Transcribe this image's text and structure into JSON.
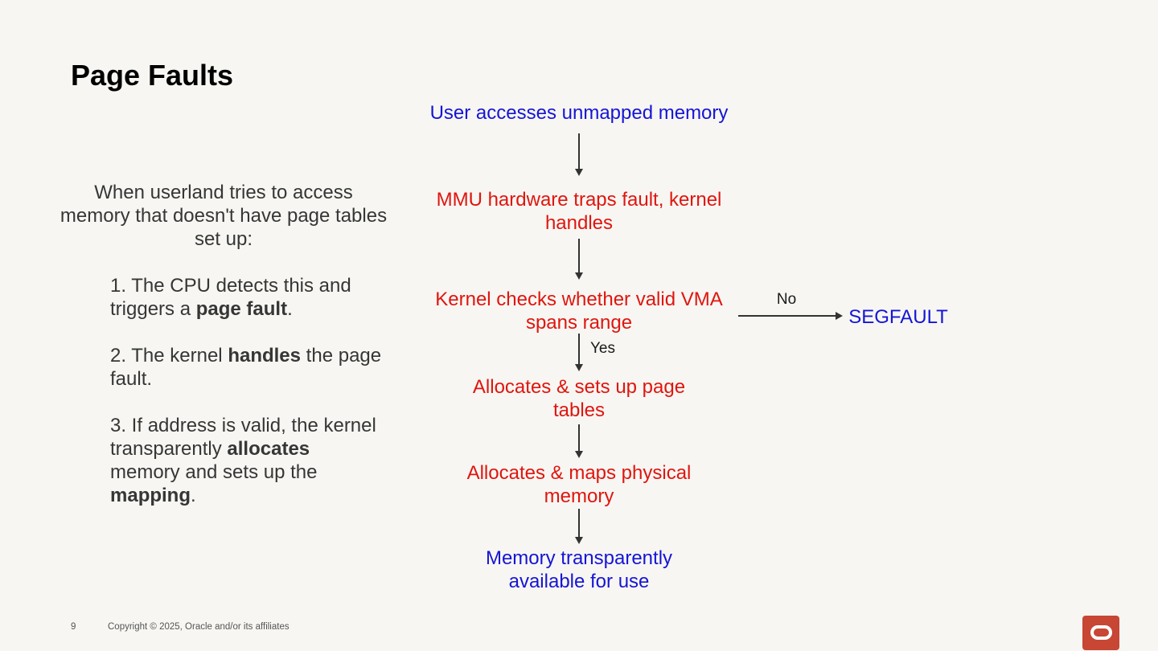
{
  "colors": {
    "background": "#f7f6f2",
    "title_text": "#000000",
    "body_text": "#363636",
    "node_blue": "#1515d6",
    "node_red": "#e0150f",
    "arrow": "#333333",
    "label_text": "#1a1a1a",
    "footer_text": "#555555",
    "logo_red": "#c74634",
    "logo_ring": "#ffffff"
  },
  "header": {
    "title": "Page Faults"
  },
  "left_panel": {
    "intro_lines": [
      "When userland tries to access",
      "memory that doesn't have page tables",
      "set up:"
    ],
    "items": [
      {
        "lines": [
          [
            {
              "t": "1. The CPU detects this and",
              "b": false
            }
          ],
          [
            {
              "t": "triggers a ",
              "b": false
            },
            {
              "t": "page fault",
              "b": true
            },
            {
              "t": ".",
              "b": false
            }
          ]
        ]
      },
      {
        "lines": [
          [
            {
              "t": "2. The kernel ",
              "b": false
            },
            {
              "t": "handles",
              "b": true
            },
            {
              "t": " the page",
              "b": false
            }
          ],
          [
            {
              "t": "fault.",
              "b": false
            }
          ]
        ]
      },
      {
        "lines": [
          [
            {
              "t": "3. If address is valid, the kernel",
              "b": false
            }
          ],
          [
            {
              "t": "transparently ",
              "b": false
            },
            {
              "t": "allocates",
              "b": true
            }
          ],
          [
            {
              "t": "memory and sets up the",
              "b": false
            }
          ],
          [
            {
              "t": "mapping",
              "b": true
            },
            {
              "t": ".",
              "b": false
            }
          ]
        ]
      }
    ]
  },
  "flowchart": {
    "nodes": [
      {
        "lines": [
          "User accesses unmapped memory"
        ],
        "color": "blue"
      },
      {
        "lines": [
          "MMU hardware traps fault, kernel",
          "handles"
        ],
        "color": "red"
      },
      {
        "lines": [
          "Kernel checks whether valid VMA",
          "spans range"
        ],
        "color": "red"
      },
      {
        "lines": [
          "Allocates & sets up page",
          "tables"
        ],
        "color": "red"
      },
      {
        "lines": [
          "Allocates & maps physical",
          "memory"
        ],
        "color": "red"
      },
      {
        "lines": [
          "Memory transparently",
          "available for use"
        ],
        "color": "blue"
      }
    ],
    "branch": {
      "no_label": "No",
      "yes_label": "Yes",
      "segfault_label": "SEGFAULT"
    }
  },
  "footer": {
    "page_number": "9",
    "copyright": "Copyright © 2025, Oracle and/or its affiliates"
  }
}
